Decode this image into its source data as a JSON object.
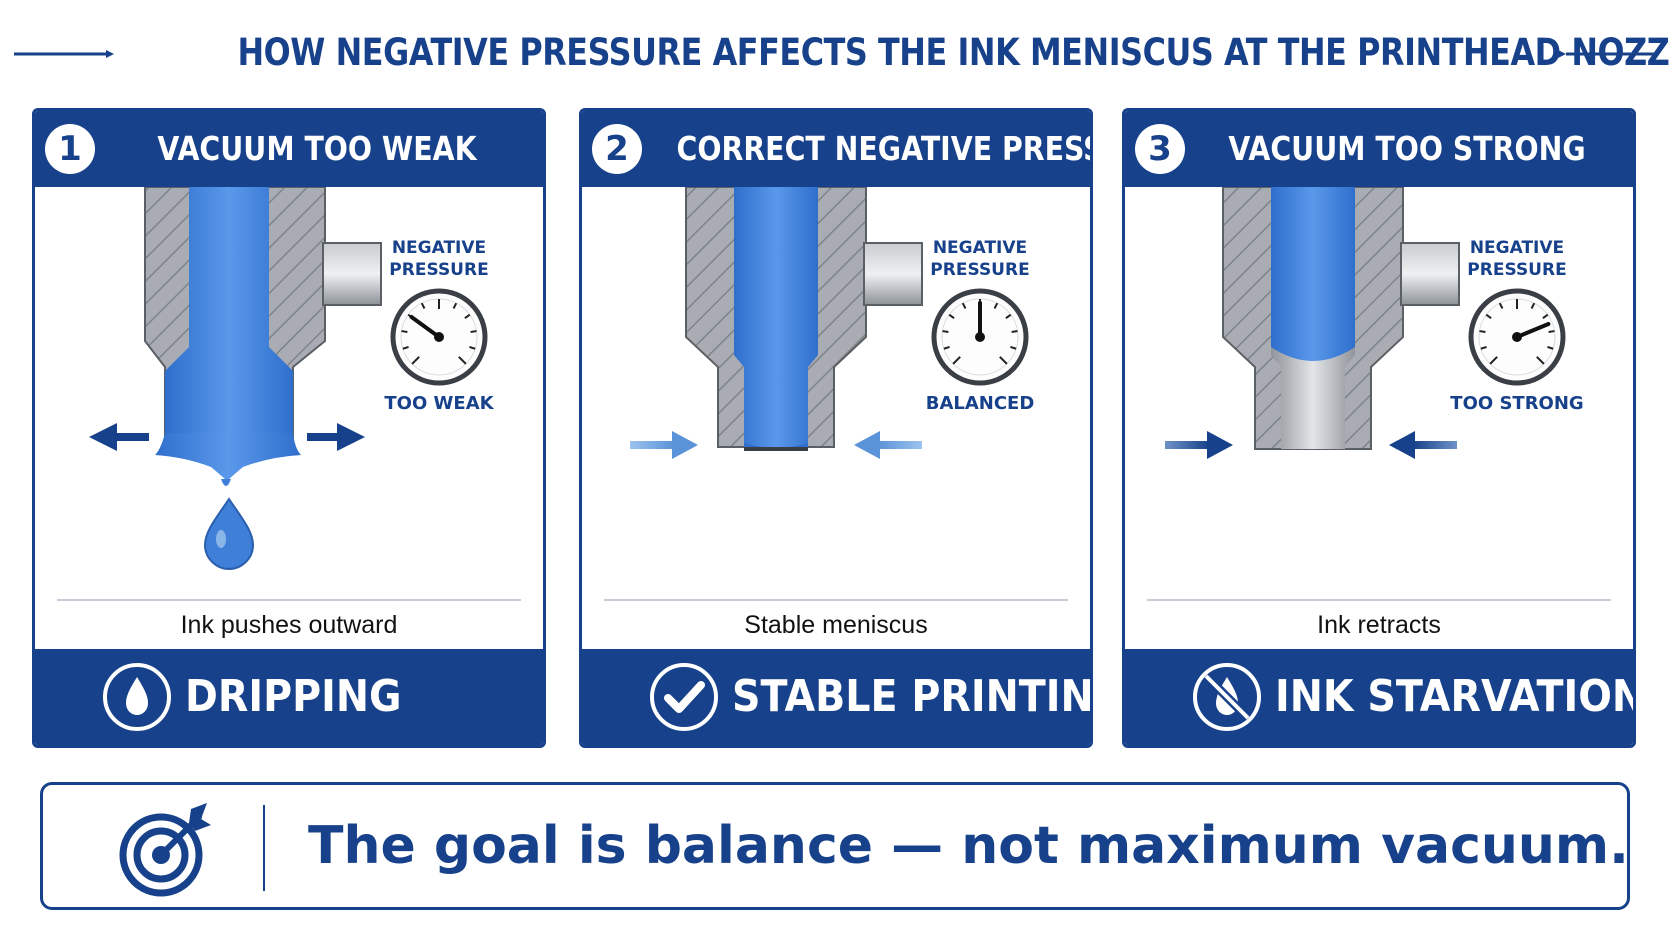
{
  "title": "HOW NEGATIVE PRESSURE AFFECTS THE INK MENISCUS AT THE PRINTHEAD NOZZLE",
  "colors": {
    "primary": "#17418a",
    "ink": "#3f7fd8",
    "steel": "#a3a7ad"
  },
  "panels": [
    {
      "number": "1",
      "title": "VACUUM TOO WEAK",
      "gauge_label_top": "NEGATIVE PRESSURE",
      "gauge_line1": "NEGATIVE",
      "gauge_line2": "PRESSURE",
      "gauge_state": "TOO WEAK",
      "caption": "Ink pushes outward",
      "result": "DRIPPING",
      "icon": "droplet-icon",
      "gauge_level": 0.3
    },
    {
      "number": "2",
      "title": "CORRECT NEGATIVE PRESSURE",
      "gauge_line1": "NEGATIVE",
      "gauge_line2": "PRESSURE",
      "gauge_state": "BALANCED",
      "caption": "Stable meniscus",
      "result": "STABLE PRINTING",
      "icon": "checkmark-icon",
      "gauge_level": 0.5
    },
    {
      "number": "3",
      "title": "VACUUM TOO STRONG",
      "gauge_line1": "NEGATIVE",
      "gauge_line2": "PRESSURE",
      "gauge_state": "TOO STRONG",
      "caption": "Ink retracts",
      "result": "INK STARVATION",
      "icon": "no-ink-icon",
      "gauge_level": 0.75
    }
  ],
  "goal": {
    "text": "The goal is balance — not maximum vacuum.",
    "icon": "target-icon"
  }
}
